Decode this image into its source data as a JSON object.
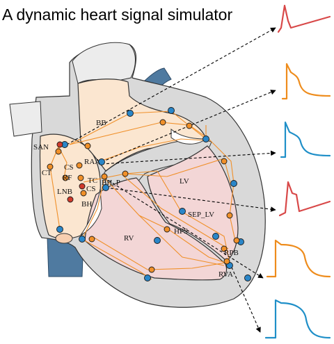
{
  "title": "A dynamic heart signal simulator",
  "labels": {
    "BB": "BB",
    "SAN": "SAN",
    "RAA": "RAA",
    "CS": "CS",
    "RF": "RF",
    "CT": "CT",
    "TC": "TC",
    "CSs": "CS",
    "BH_P": "BH_P",
    "LNB": "LNB",
    "BH": "BH",
    "LV": "LV",
    "SEP_LV": "SEP_LV",
    "HPS": "HPS",
    "RV": "RV",
    "RPB": "RPB",
    "RVA": "RVA"
  },
  "colors": {
    "pacemaker_node": "#d03a2c",
    "orange_node": "#f0902a",
    "blue_node": "#2a86c8",
    "conduction_line": "#f0902a",
    "signal_red": "#d84848",
    "signal_orange": "#ee8c1c",
    "signal_blue": "#1f8fc8",
    "vessel_blue": "#4f7aa0",
    "atrium_fill": "#fbe6d0",
    "ventricle_fill": "#f3d6d6",
    "wall_fill": "#d9d9d9"
  },
  "signals": [
    {
      "name": "signal-san",
      "color": "signal_red",
      "shape": "pacemaker"
    },
    {
      "name": "signal-atrial",
      "color": "signal_orange",
      "shape": "plateau"
    },
    {
      "name": "signal-his",
      "color": "signal_blue",
      "shape": "plateau"
    },
    {
      "name": "signal-nodal",
      "color": "signal_red",
      "shape": "pacemaker"
    },
    {
      "name": "signal-ventricle",
      "color": "signal_orange",
      "shape": "plateau"
    },
    {
      "name": "signal-purkinje",
      "color": "signal_blue",
      "shape": "plateau"
    }
  ]
}
